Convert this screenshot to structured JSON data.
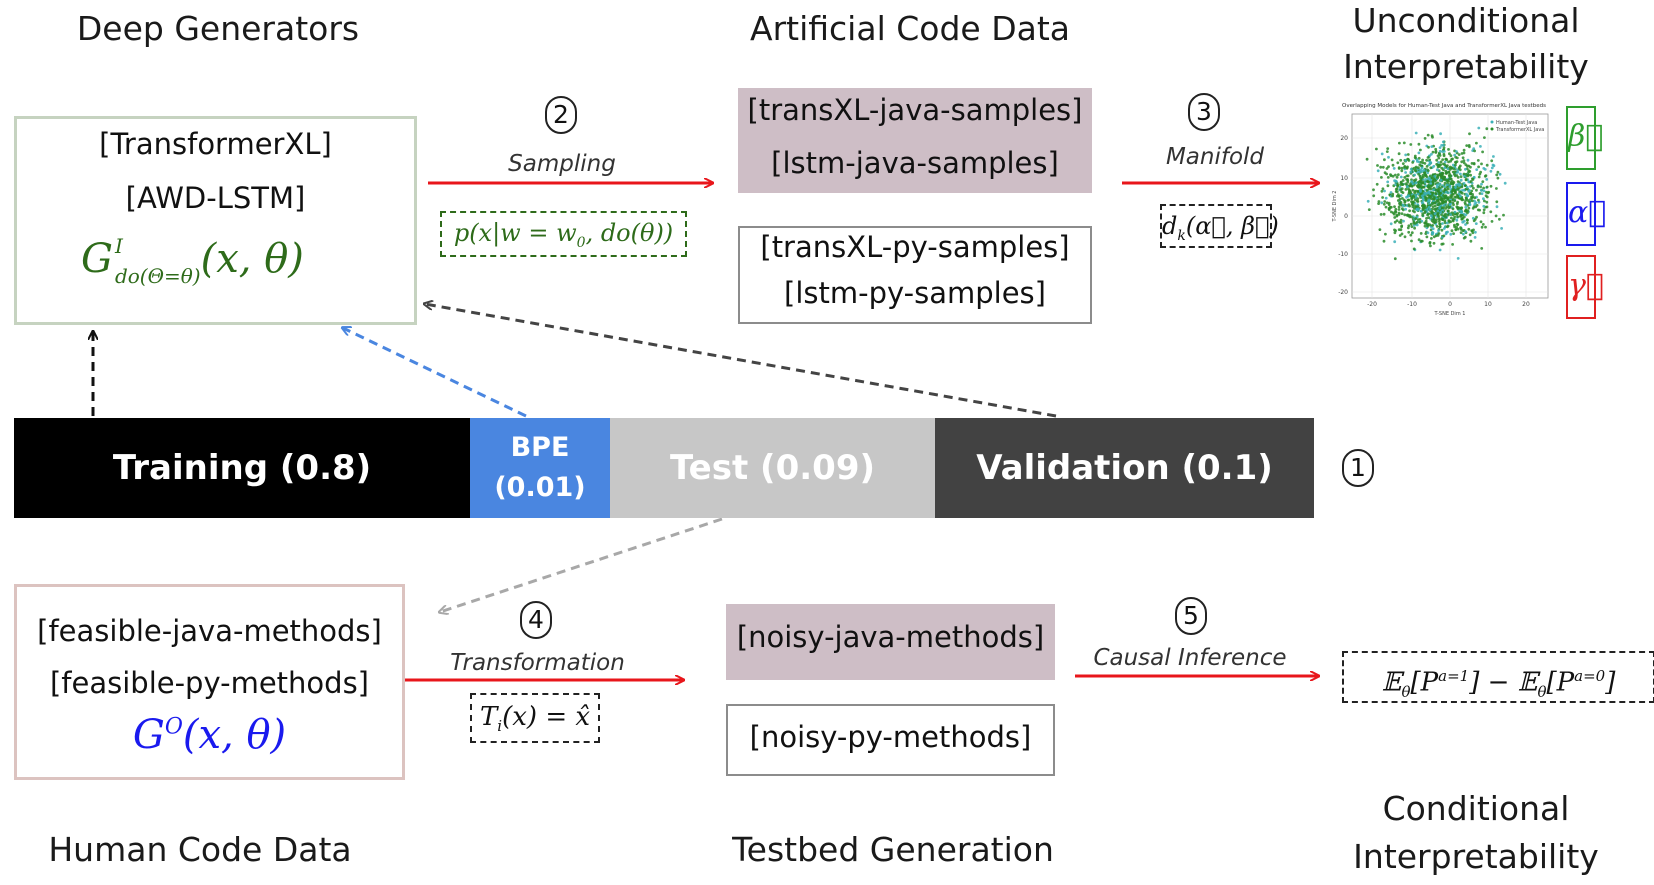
{
  "headings": {
    "deep_generators": "Deep Generators",
    "artificial_code_data": "Artificial Code Data",
    "unconditional_interpretability": "Unconditional Interpretability",
    "human_code_data": "Human Code Data",
    "testbed_generation": "Testbed Generation",
    "conditional_interpretability": "Conditional Interpretability"
  },
  "deep_generators_box": {
    "models": [
      "[TransformerXL]",
      "[AWD-LSTM]"
    ],
    "formula": "G^I_{do(Θ=θ)}(x,θ)",
    "color": "#2e6b1a"
  },
  "human_code_box": {
    "methods": [
      "[feasible-java-methods]",
      "[feasible-py-methods]"
    ],
    "formula": "G^O(x,θ)",
    "color": "#1a1aee"
  },
  "artificial_samples": {
    "java": [
      "[transXL-java-samples]",
      "[lstm-java-samples]"
    ],
    "py": [
      "[transXL-py-samples]",
      "[lstm-py-samples]"
    ]
  },
  "testbed": {
    "java": "[noisy-java-methods]",
    "py": "[noisy-py-methods]"
  },
  "steps": {
    "s1": "1",
    "s2": "2",
    "s3": "3",
    "s4": "4",
    "s5": "5",
    "sampling_label": "Sampling",
    "sampling_formula": "p(x|w = w0, do(θ))",
    "manifold_label": "Manifold",
    "manifold_formula": "d_k(α⃗, β⃗)",
    "transformation_label": "Transformation",
    "transformation_formula": "T_i(x) = x̂",
    "causal_label": "Causal Inference",
    "causal_formula": "E_θ[P^{a=1}] − E_θ[P^{a=0}]"
  },
  "data_split": [
    {
      "label": "Training (0.8)",
      "color": "#000000"
    },
    {
      "label": "BPE (0.01)",
      "color": "#4a86e0"
    },
    {
      "label": "Test (0.09)",
      "color": "#c7c7c7"
    },
    {
      "label": "Validation (0.1)",
      "color": "#424242"
    }
  ],
  "scatter_thumbnail": {
    "title": "Overlapping Models for Human-Test Java and TransformerXL Java testbeds",
    "legend": [
      "Human-Test Java",
      "TransformerXL Java"
    ],
    "x_ticks": [
      "-20",
      "-10",
      "0",
      "10",
      "20"
    ],
    "y_ticks": [
      "20",
      "10",
      "0",
      "-10",
      "-20"
    ],
    "xlabel": "T-SNE Dim 1",
    "ylabel": "T-SNE Dim 2",
    "colors": [
      "#2a8c2a",
      "#3bb0b8"
    ]
  },
  "vector_legend": [
    {
      "symbol": "β⃗",
      "color": "#2e9e2e"
    },
    {
      "symbol": "α⃗",
      "color": "#1a1aee"
    },
    {
      "symbol": "γ⃗",
      "color": "#e02020"
    }
  ],
  "colors": {
    "flow_arrow": "#e8161b",
    "deep_box_border": "#c6d3c0",
    "human_box_border": "#dcc3c0",
    "java_fill": "#cebec6"
  }
}
